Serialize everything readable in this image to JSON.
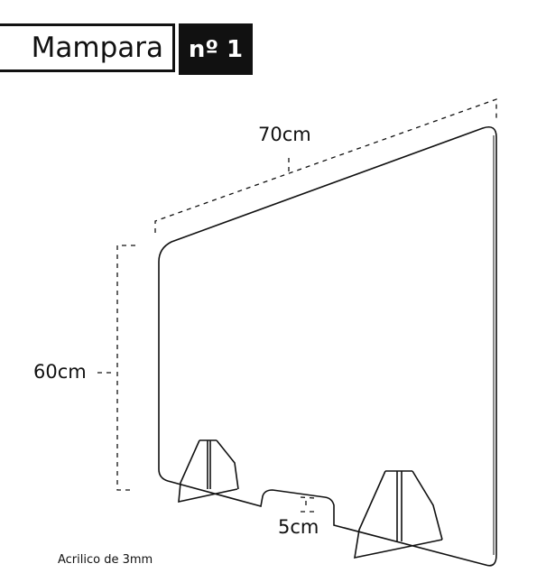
{
  "title": {
    "name": "Mampara",
    "number": "nº 1"
  },
  "dimensions": {
    "width": "70cm",
    "height": "60cm",
    "notch": "5cm"
  },
  "material": "Acrilico de 3mm"
}
